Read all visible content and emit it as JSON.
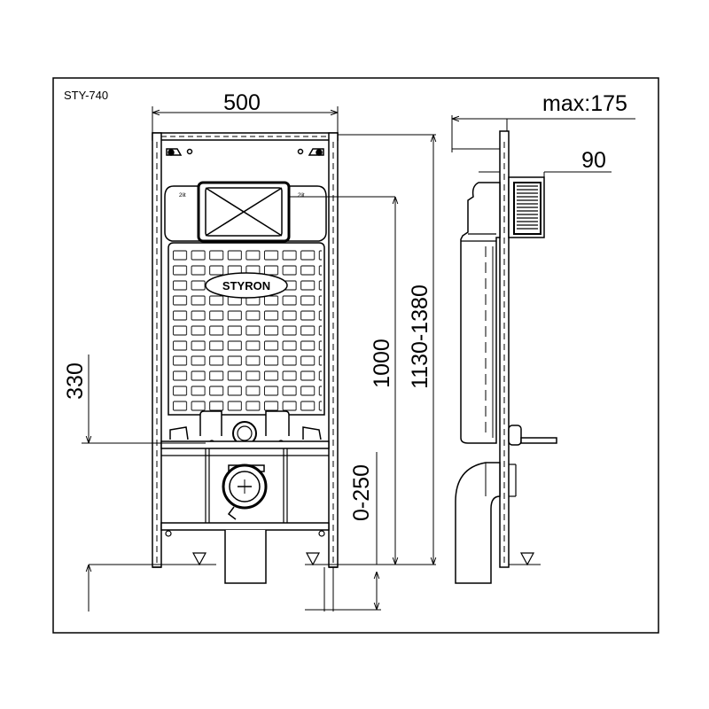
{
  "model_code": "STY-740",
  "brand_logo_text": "STYRON",
  "dimensions": {
    "frame_width": "500",
    "max_depth": "max:175",
    "module_depth": "90",
    "flush_plate_height": "1000",
    "total_height": "1130-1380",
    "outlet_height": "330",
    "foot_adjust": "0-250"
  }
}
